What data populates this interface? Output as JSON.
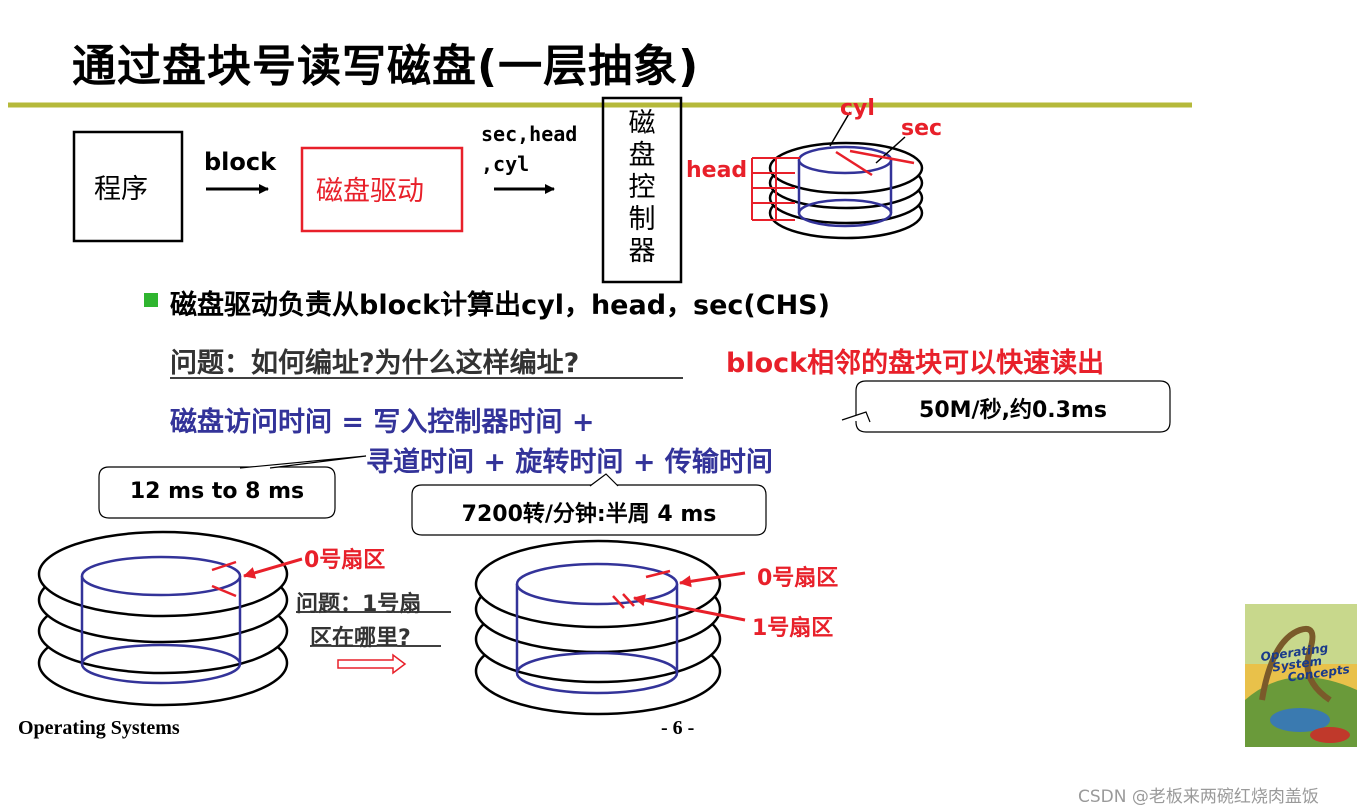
{
  "slide": {
    "title": "通过盘块号读写磁盘(一层抽象)",
    "accent_color": "#b5b93a"
  },
  "pipeline": {
    "program_label": "程序",
    "arrow1_label": "block",
    "driver_label": "磁盘驱动",
    "arrow2_label_line1": "sec,head",
    "arrow2_label_line2": ",cyl",
    "controller_label": [
      "磁",
      "盘",
      "控",
      "制",
      "器"
    ]
  },
  "disk_labels": {
    "cyl": "cyl",
    "sec": "sec",
    "head": "head"
  },
  "bullet": {
    "icon": "square-bullet-icon",
    "text": "磁盘驱动负责从block计算出cyl，head，sec(CHS)"
  },
  "question": {
    "text": "问题：如何编址?为什么这样编址?",
    "answer": "block相邻的盘块可以快速读出"
  },
  "formula": {
    "line1": "磁盘访问时间 =  写入控制器时间 +",
    "line2": "寻道时间 + 旋转时间 + 传输时间"
  },
  "callouts": {
    "transfer": "50M/秒,约0.3ms",
    "seek": "12 ms to 8 ms",
    "rotation": "7200转/分钟:半周 4 ms"
  },
  "bottom": {
    "left_sector0": "0号扇区",
    "middle_question_line1": "问题：1号扇",
    "middle_question_line2": "区在哪里?",
    "right_sector0": "0号扇区",
    "right_sector1": "1号扇区"
  },
  "footer": {
    "left": "Operating Systems",
    "page": "- 6 -",
    "watermark": "CSDN @老板来两碗红烧肉盖饭"
  },
  "book_cover": {
    "line1": "Operating",
    "line2": "System",
    "line3": "Concepts"
  }
}
